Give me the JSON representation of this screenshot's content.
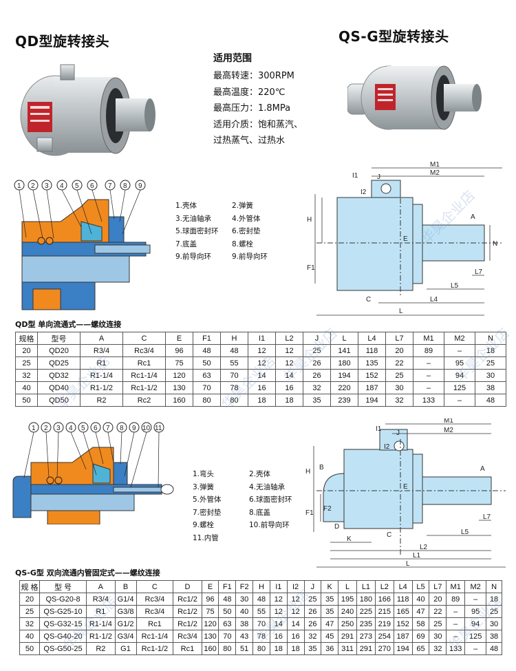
{
  "titles": {
    "qd": "QD型旋转接头",
    "qsg": "QS-G型旋转接头"
  },
  "specs": {
    "heading": "适用范围",
    "lines": [
      "最高转速：300RPM",
      "最高温度：220℃",
      "最高压力：1.8MPa",
      "适用介质：饱和蒸汽、",
      "过热蒸气、过热水"
    ]
  },
  "qd_parts": {
    "numbers": [
      "1",
      "2",
      "3",
      "4",
      "5",
      "6",
      "7",
      "8",
      "9"
    ],
    "items": [
      "1.壳体",
      "2.弹簧",
      "3.无油轴承",
      "4.外管体",
      "5.球面密封环",
      "6.密封垫",
      "7.底盖",
      "8.螺栓",
      "9.前导向环",
      "9.前导向环"
    ]
  },
  "qsg_parts": {
    "numbers": [
      "1",
      "2",
      "3",
      "4",
      "5",
      "6",
      "7",
      "8",
      "9",
      "10",
      "11"
    ],
    "items": [
      "1.弯头",
      "2.壳体",
      "3.弹簧",
      "4.无油轴承",
      "5.外管体",
      "6.球面密封环",
      "7.密封垫",
      "8.底盖",
      "9.螺栓",
      "10.前导向环",
      "11.内管"
    ]
  },
  "qd_drawing_labels": {
    "m1": "M1",
    "m2": "M2",
    "i1": "I1",
    "j": "J",
    "i2": "I2",
    "h": "H",
    "a": "A",
    "e": "E",
    "n": "N",
    "f1": "F1",
    "l7": "L7",
    "l5": "L5",
    "c": "C",
    "l4": "L4",
    "l": "L"
  },
  "qsg_drawing_labels": {
    "m1": "M1",
    "m2": "M2",
    "i1": "I1",
    "j": "J",
    "i2": "I2",
    "h": "H",
    "b": "B",
    "a": "A",
    "e": "E",
    "f2": "F2",
    "f1": "F1",
    "l7": "L7",
    "d": "D",
    "k": "K",
    "c": "C",
    "l5": "L5",
    "l2": "L2",
    "l1": "L1",
    "l": "L"
  },
  "qd_table": {
    "caption": "QD型  单向流通式——螺纹连接",
    "headers": [
      "规格",
      "型号",
      "A",
      "C",
      "E",
      "F1",
      "H",
      "I1",
      "L2",
      "J",
      "L",
      "L4",
      "L7",
      "M1",
      "M2",
      "N"
    ],
    "rows": [
      [
        "20",
        "QD20",
        "R3/4",
        "Rc3/4",
        "96",
        "48",
        "48",
        "12",
        "12",
        "25",
        "141",
        "118",
        "20",
        "89",
        "–",
        "18"
      ],
      [
        "25",
        "QD25",
        "R1",
        "Rc1",
        "75",
        "50",
        "55",
        "12",
        "12",
        "26",
        "180",
        "135",
        "22",
        "–",
        "95",
        "25"
      ],
      [
        "32",
        "QD32",
        "R1-1/4",
        "Rc1-1/4",
        "120",
        "63",
        "70",
        "14",
        "14",
        "26",
        "194",
        "152",
        "25",
        "–",
        "94",
        "30"
      ],
      [
        "40",
        "QD40",
        "R1-1/2",
        "Rc1-1/2",
        "130",
        "70",
        "78",
        "16",
        "16",
        "32",
        "220",
        "187",
        "30",
        "–",
        "125",
        "38"
      ],
      [
        "50",
        "QD50",
        "R2",
        "Rc2",
        "160",
        "80",
        "80",
        "18",
        "18",
        "35",
        "239",
        "194",
        "32",
        "133",
        "–",
        "48"
      ]
    ]
  },
  "qsg_table": {
    "caption": "QS-G型  双向流通内管固定式——螺纹连接",
    "headers": [
      "规 格",
      "型 号",
      "A",
      "B",
      "C",
      "D",
      "E",
      "F1",
      "F2",
      "H",
      "I1",
      "I2",
      "J",
      "K",
      "L",
      "L1",
      "L2",
      "L4",
      "L5",
      "L7",
      "M1",
      "M2",
      "N"
    ],
    "rows": [
      [
        "20",
        "QS-G20-8",
        "R3/4",
        "G1/4",
        "Rc3/4",
        "Rc1/2",
        "96",
        "48",
        "30",
        "48",
        "12",
        "12",
        "25",
        "35",
        "195",
        "180",
        "166",
        "118",
        "40",
        "20",
        "89",
        "–",
        "18"
      ],
      [
        "25",
        "QS-G25-10",
        "R1",
        "G3/8",
        "Rc3/4",
        "Rc1/2",
        "75",
        "50",
        "40",
        "55",
        "12",
        "12",
        "26",
        "35",
        "240",
        "225",
        "215",
        "165",
        "47",
        "22",
        "–",
        "95",
        "25"
      ],
      [
        "32",
        "QS-G32-15",
        "R1-1/4",
        "G1/2",
        "Rc1",
        "Rc1/2",
        "120",
        "63",
        "38",
        "70",
        "14",
        "14",
        "26",
        "47",
        "250",
        "235",
        "219",
        "152",
        "58",
        "25",
        "–",
        "94",
        "30"
      ],
      [
        "40",
        "QS-G40-20",
        "R1-1/2",
        "G3/4",
        "Rc1-1/4",
        "Rc3/4",
        "130",
        "70",
        "43",
        "78",
        "16",
        "16",
        "32",
        "45",
        "291",
        "273",
        "254",
        "187",
        "69",
        "30",
        "–",
        "125",
        "38"
      ],
      [
        "50",
        "QS-G50-25",
        "R2",
        "G1",
        "Rc1-1/2",
        "Rc1",
        "160",
        "80",
        "51",
        "80",
        "18",
        "18",
        "35",
        "36",
        "311",
        "291",
        "270",
        "194",
        "65",
        "32",
        "133",
        "–",
        "48"
      ]
    ]
  },
  "watermark": "华昊企业店",
  "colors": {
    "housing_orange": "#f08a1e",
    "pipe_blue": "#3b7fc4",
    "light_blue": "#9ec7e6",
    "cyan": "#4fb3d8",
    "drawing_fill": "#bfe3f5",
    "product_gray": "#c8cccd",
    "brand_red": "#c0242b"
  }
}
